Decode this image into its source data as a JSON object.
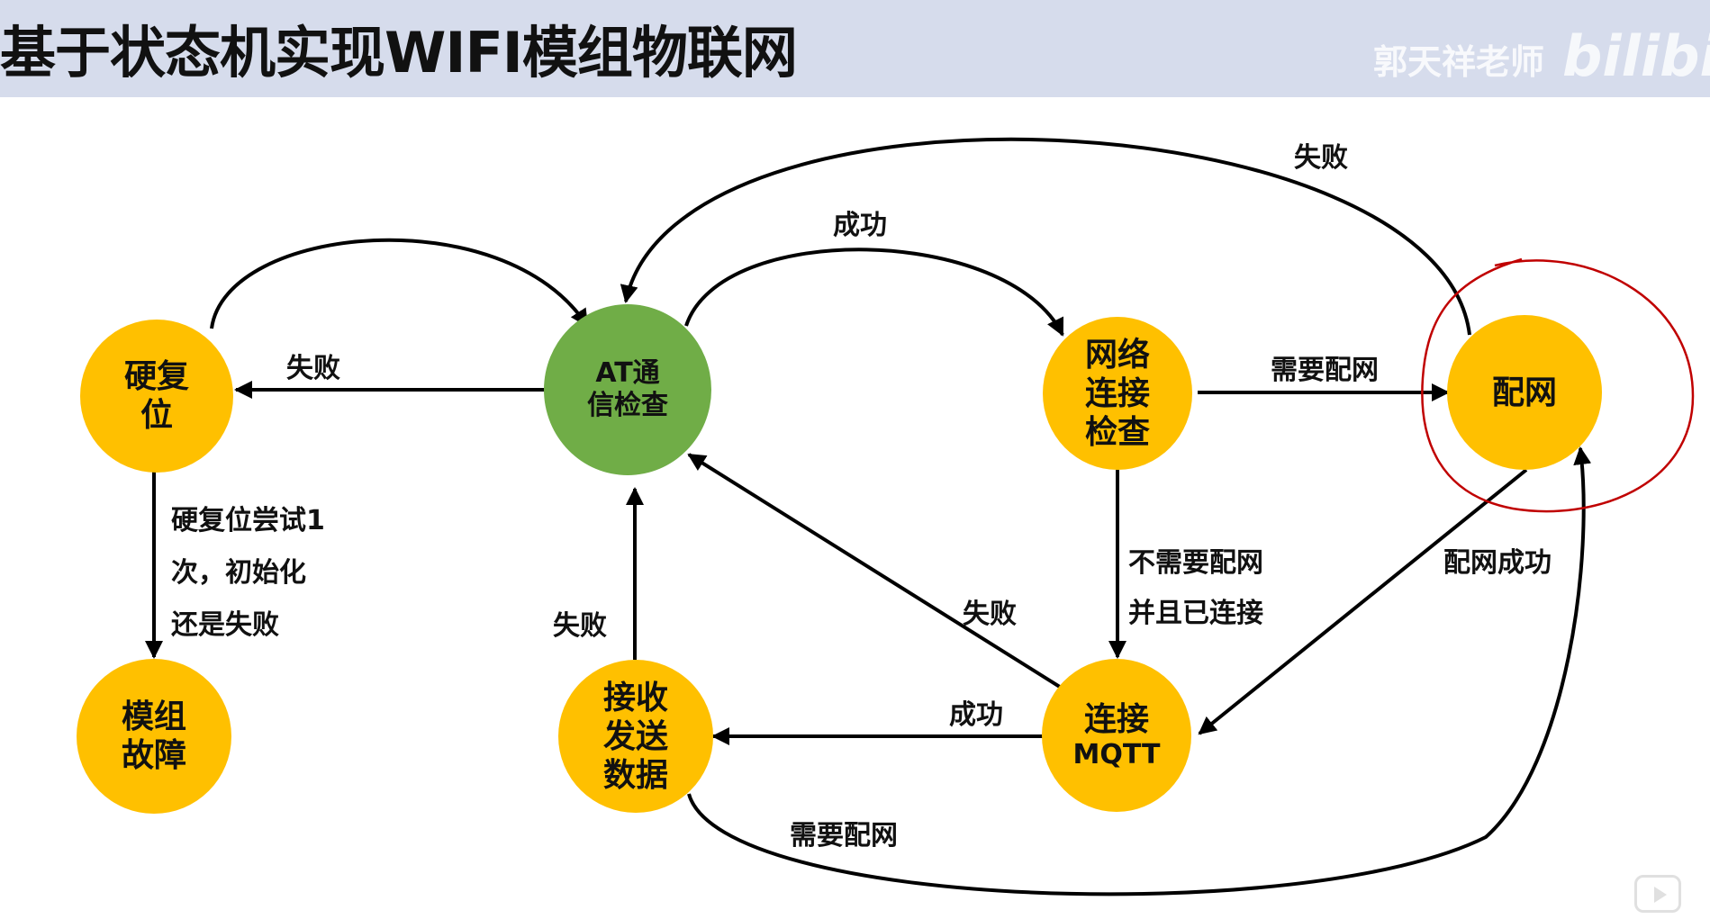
{
  "header": {
    "title": "基于状态机实现WIFI模组物联网",
    "watermark_author": "郭天祥老师",
    "watermark_logo": "bilibili"
  },
  "colors": {
    "title_bar": "#d6dcec",
    "state_node": "#ffc000",
    "start_node": "#70ad47",
    "arrow": "#000000",
    "highlight_circle": "#c00000"
  },
  "nodes": {
    "hard_reset": {
      "line1": "硬复",
      "line2": "位"
    },
    "at_check": {
      "line1": "AT通",
      "line2": "信检查"
    },
    "network_check": {
      "line1": "网络",
      "line2": "连接",
      "line3": "检查"
    },
    "provision": {
      "line1": "配网"
    },
    "module_fault": {
      "line1": "模组",
      "line2": "故障"
    },
    "send_receive": {
      "line1": "接收",
      "line2": "发送",
      "line3": "数据"
    },
    "mqtt_connect": {
      "line1": "连接",
      "line2": "MQTT"
    }
  },
  "edge_labels": {
    "provision_fail": "失败",
    "at_success": "成功",
    "at_fail": "失败",
    "need_provision": "需要配网",
    "reset_fail_line1": "硬复位尝试1",
    "reset_fail_line2": "次，初始化",
    "reset_fail_line3": "还是失败",
    "no_provision_line1": "不需要配网",
    "no_provision_line2": "并且已连接",
    "provision_success": "配网成功",
    "mqtt_fail": "失败",
    "data_fail": "失败",
    "mqtt_success": "成功",
    "data_need_provision": "需要配网"
  },
  "icons": {
    "play": "play-button-icon"
  }
}
